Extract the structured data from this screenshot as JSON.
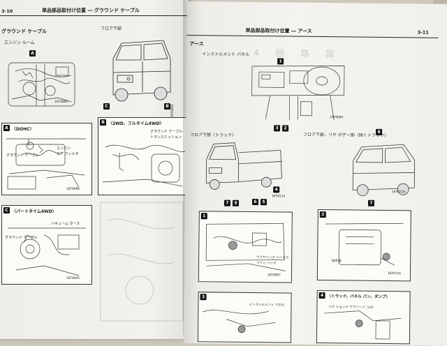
{
  "left_page": {
    "page_num": "3-10",
    "header": "単品部品取付け位置 ― グラウンド ケーブル",
    "section_title": "グラウンド ケーブル",
    "engine_room": "エンジン ルーム",
    "floor_under": "フロア下部",
    "callout_a": "A",
    "callout_b": "B",
    "callout_c": "C",
    "diag_code_1": "16T0881",
    "panel_a_label": "〈DOHC〉",
    "panel_a_caption_1": "エンジン",
    "panel_a_caption_2": "エア フィルタ",
    "panel_a_caption_3": "グラウンド ケーブル",
    "panel_a_code": "16T0896",
    "panel_b_label": "〈2WD，フルタイム4WD〉",
    "panel_b_caption_1": "グラウンド ケーブル",
    "panel_b_caption_2": "トランスミッション",
    "panel_c_label": "〈パートタイム4WD〉",
    "panel_c_caption_1": "グラウンド ケーブル",
    "panel_c_caption_2": "バキューム ホース",
    "panel_c_code": "16T0945"
  },
  "right_page": {
    "page_num": "3-11",
    "header": "単品部品取付け位置 ― アース",
    "section_title": "アース",
    "instrument_panel": "インストルメント パネル",
    "ip_code": "16T0094",
    "bleed_text": "4 回 路 図",
    "floor_truck": "フロア下部〈トラック〉",
    "floor_rear": "フロア下部，リヤ ボデー部〈除くトラック〉",
    "truck_code": "16T0114",
    "van_code": "16T0118",
    "cap_1_a": "ワイヤリング ハーネス",
    "cap_1_b": "ツイン ヘッド",
    "code_1": "16T0087",
    "code_2": "16T0115",
    "cap_2": "助手席",
    "cap_3": "インストルメント パネル",
    "panel_4_label": "〈トラック，パネル バン，ダンプ〉",
    "cap_4": "リヤ ショック アブソーバ（LH）",
    "callouts": {
      "c1": "1",
      "c2": "2",
      "c3": "3",
      "c4": "4",
      "c5": "5",
      "c6": "6",
      "c7": "7",
      "c8": "8",
      "c9": "9"
    }
  }
}
